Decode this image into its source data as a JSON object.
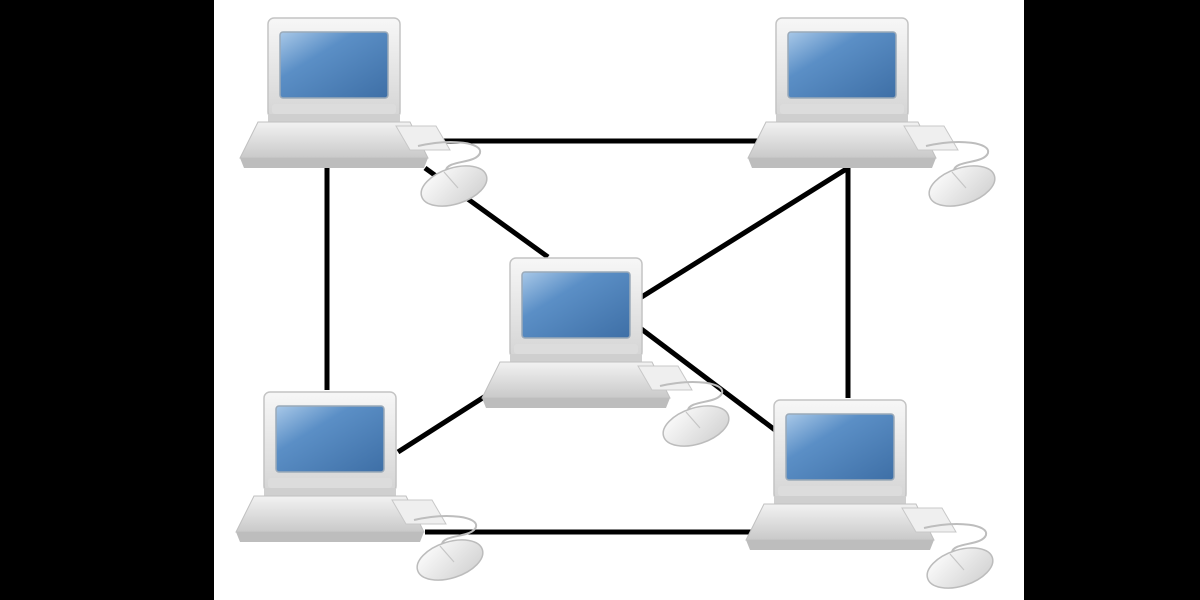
{
  "diagram": {
    "type": "mesh-network",
    "nodes": [
      {
        "id": "top-left",
        "icon": "desktop-computer-icon"
      },
      {
        "id": "top-right",
        "icon": "desktop-computer-icon"
      },
      {
        "id": "center",
        "icon": "desktop-computer-icon"
      },
      {
        "id": "bottom-left",
        "icon": "desktop-computer-icon"
      },
      {
        "id": "bottom-right",
        "icon": "desktop-computer-icon"
      }
    ],
    "links": [
      [
        "top-left",
        "top-right"
      ],
      [
        "top-left",
        "bottom-left"
      ],
      [
        "top-left",
        "center"
      ],
      [
        "top-right",
        "bottom-right"
      ],
      [
        "top-right",
        "center"
      ],
      [
        "center",
        "bottom-left"
      ],
      [
        "center",
        "bottom-right"
      ],
      [
        "bottom-left",
        "bottom-right"
      ]
    ]
  },
  "colors": {
    "background": "#000000",
    "panel": "#ffffff",
    "link": "#000000",
    "screen": "#5b8fc6",
    "screen_highlight": "#a8c8e8",
    "case": "#e6e6e6",
    "case_shadow": "#b8b8b8"
  }
}
